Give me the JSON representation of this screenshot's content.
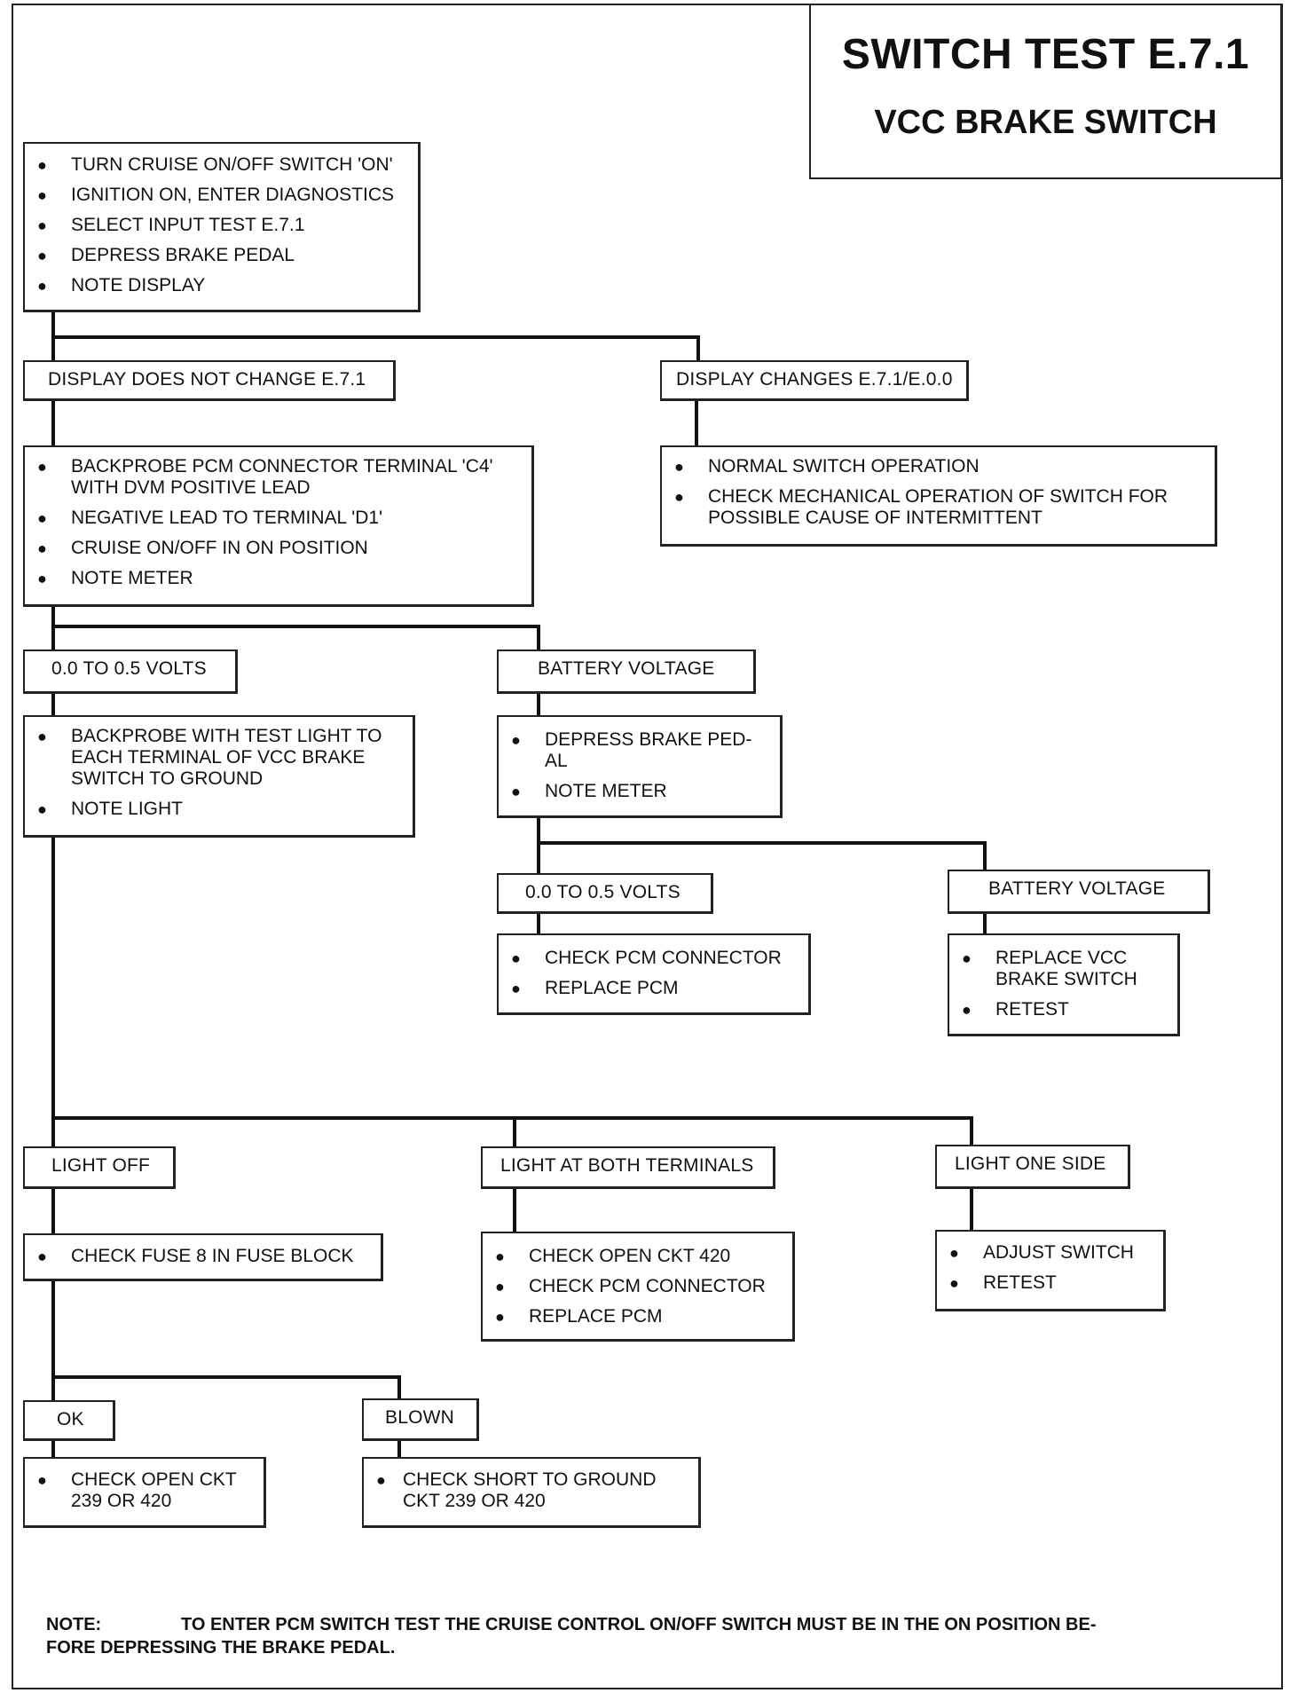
{
  "title": {
    "main": "SWITCH TEST E.7.1",
    "sub": "VCC BRAKE SWITCH"
  },
  "start_steps": [
    "TURN CRUISE ON/OFF SWITCH 'ON'",
    "IGNITION ON, ENTER DIAGNOSTICS",
    "SELECT INPUT TEST E.7.1",
    "DEPRESS BRAKE PEDAL",
    "NOTE DISPLAY"
  ],
  "display_no_change": {
    "label": "DISPLAY DOES NOT CHANGE E.7.1",
    "steps": [
      "BACKPROBE PCM CONNECTOR TERMINAL 'C4'\nWITH DVM POSITIVE LEAD",
      "NEGATIVE LEAD TO TERMINAL 'D1'",
      "CRUISE ON/OFF IN ON POSITION",
      "NOTE  METER"
    ]
  },
  "display_changes": {
    "label": "DISPLAY CHANGES E.7.1/E.0.0",
    "steps": [
      "NORMAL SWITCH OPERATION",
      "CHECK MECHANICAL OPERATION OF SWITCH FOR\nPOSSIBLE CAUSE OF INTERMITTENT"
    ]
  },
  "low_volts": {
    "label": "0.0 TO 0.5 VOLTS",
    "steps": [
      "BACKPROBE WITH TEST LIGHT TO\nEACH TERMINAL OF VCC BRAKE\nSWITCH TO GROUND",
      "NOTE LIGHT"
    ]
  },
  "battery_voltage": {
    "label": "BATTERY VOLTAGE",
    "steps": [
      "DEPRESS BRAKE PED-\nAL",
      "NOTE  METER"
    ]
  },
  "bv_low": {
    "label": "0.0 TO 0.5 VOLTS",
    "steps": [
      "CHECK PCM CONNECTOR",
      "REPLACE PCM"
    ]
  },
  "bv_battery": {
    "label": "BATTERY VOLTAGE",
    "steps": [
      "REPLACE VCC\nBRAKE SWITCH",
      "RETEST"
    ]
  },
  "light_off": {
    "label": "LIGHT OFF",
    "steps": [
      "CHECK FUSE 8 IN FUSE BLOCK"
    ]
  },
  "light_both": {
    "label": "LIGHT AT BOTH TERMINALS",
    "steps": [
      "CHECK OPEN CKT 420",
      "CHECK PCM CONNECTOR",
      "REPLACE PCM"
    ]
  },
  "light_one": {
    "label": "LIGHT ONE SIDE",
    "steps": [
      "ADJUST SWITCH",
      "RETEST"
    ]
  },
  "fuse_ok": {
    "label": "OK",
    "steps": [
      "CHECK OPEN CKT\n239 OR 420"
    ]
  },
  "fuse_blown": {
    "label": "BLOWN",
    "steps": [
      "CHECK SHORT TO GROUND\nCKT 239 OR 420"
    ]
  },
  "note": {
    "tag": "NOTE:",
    "text": "TO ENTER PCM SWITCH TEST THE CRUISE CONTROL ON/OFF SWITCH MUST BE IN THE ON POSITION BE-\nFORE DEPRESSING THE BRAKE PEDAL."
  }
}
